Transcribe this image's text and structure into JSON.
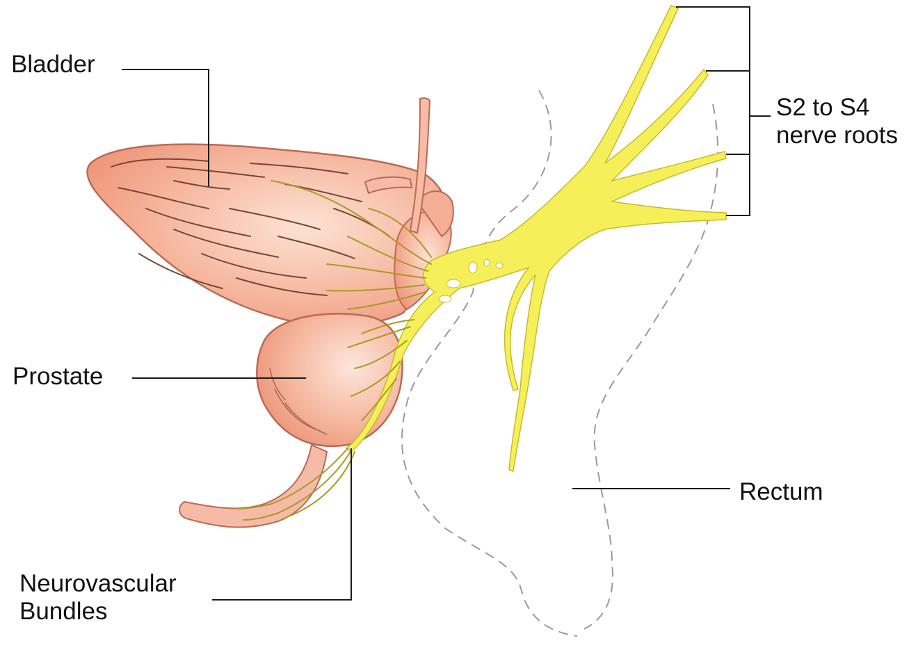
{
  "labels": {
    "bladder": "Bladder",
    "prostate": "Prostate",
    "neurovascular_line1": "Neurovascular",
    "neurovascular_line2": "Bundles",
    "nerve_roots_line1": "S2 to S4",
    "nerve_roots_line2": "nerve roots",
    "rectum": "Rectum"
  },
  "colors": {
    "organ_fill": "#f2a88e",
    "organ_light": "#f9cdb8",
    "organ_stroke": "#b96a55",
    "nerve_fill": "#f5f05a",
    "nerve_stroke": "#c9b92a",
    "leader": "#1a1a1a",
    "rectum_outline": "#9a9a9a"
  }
}
